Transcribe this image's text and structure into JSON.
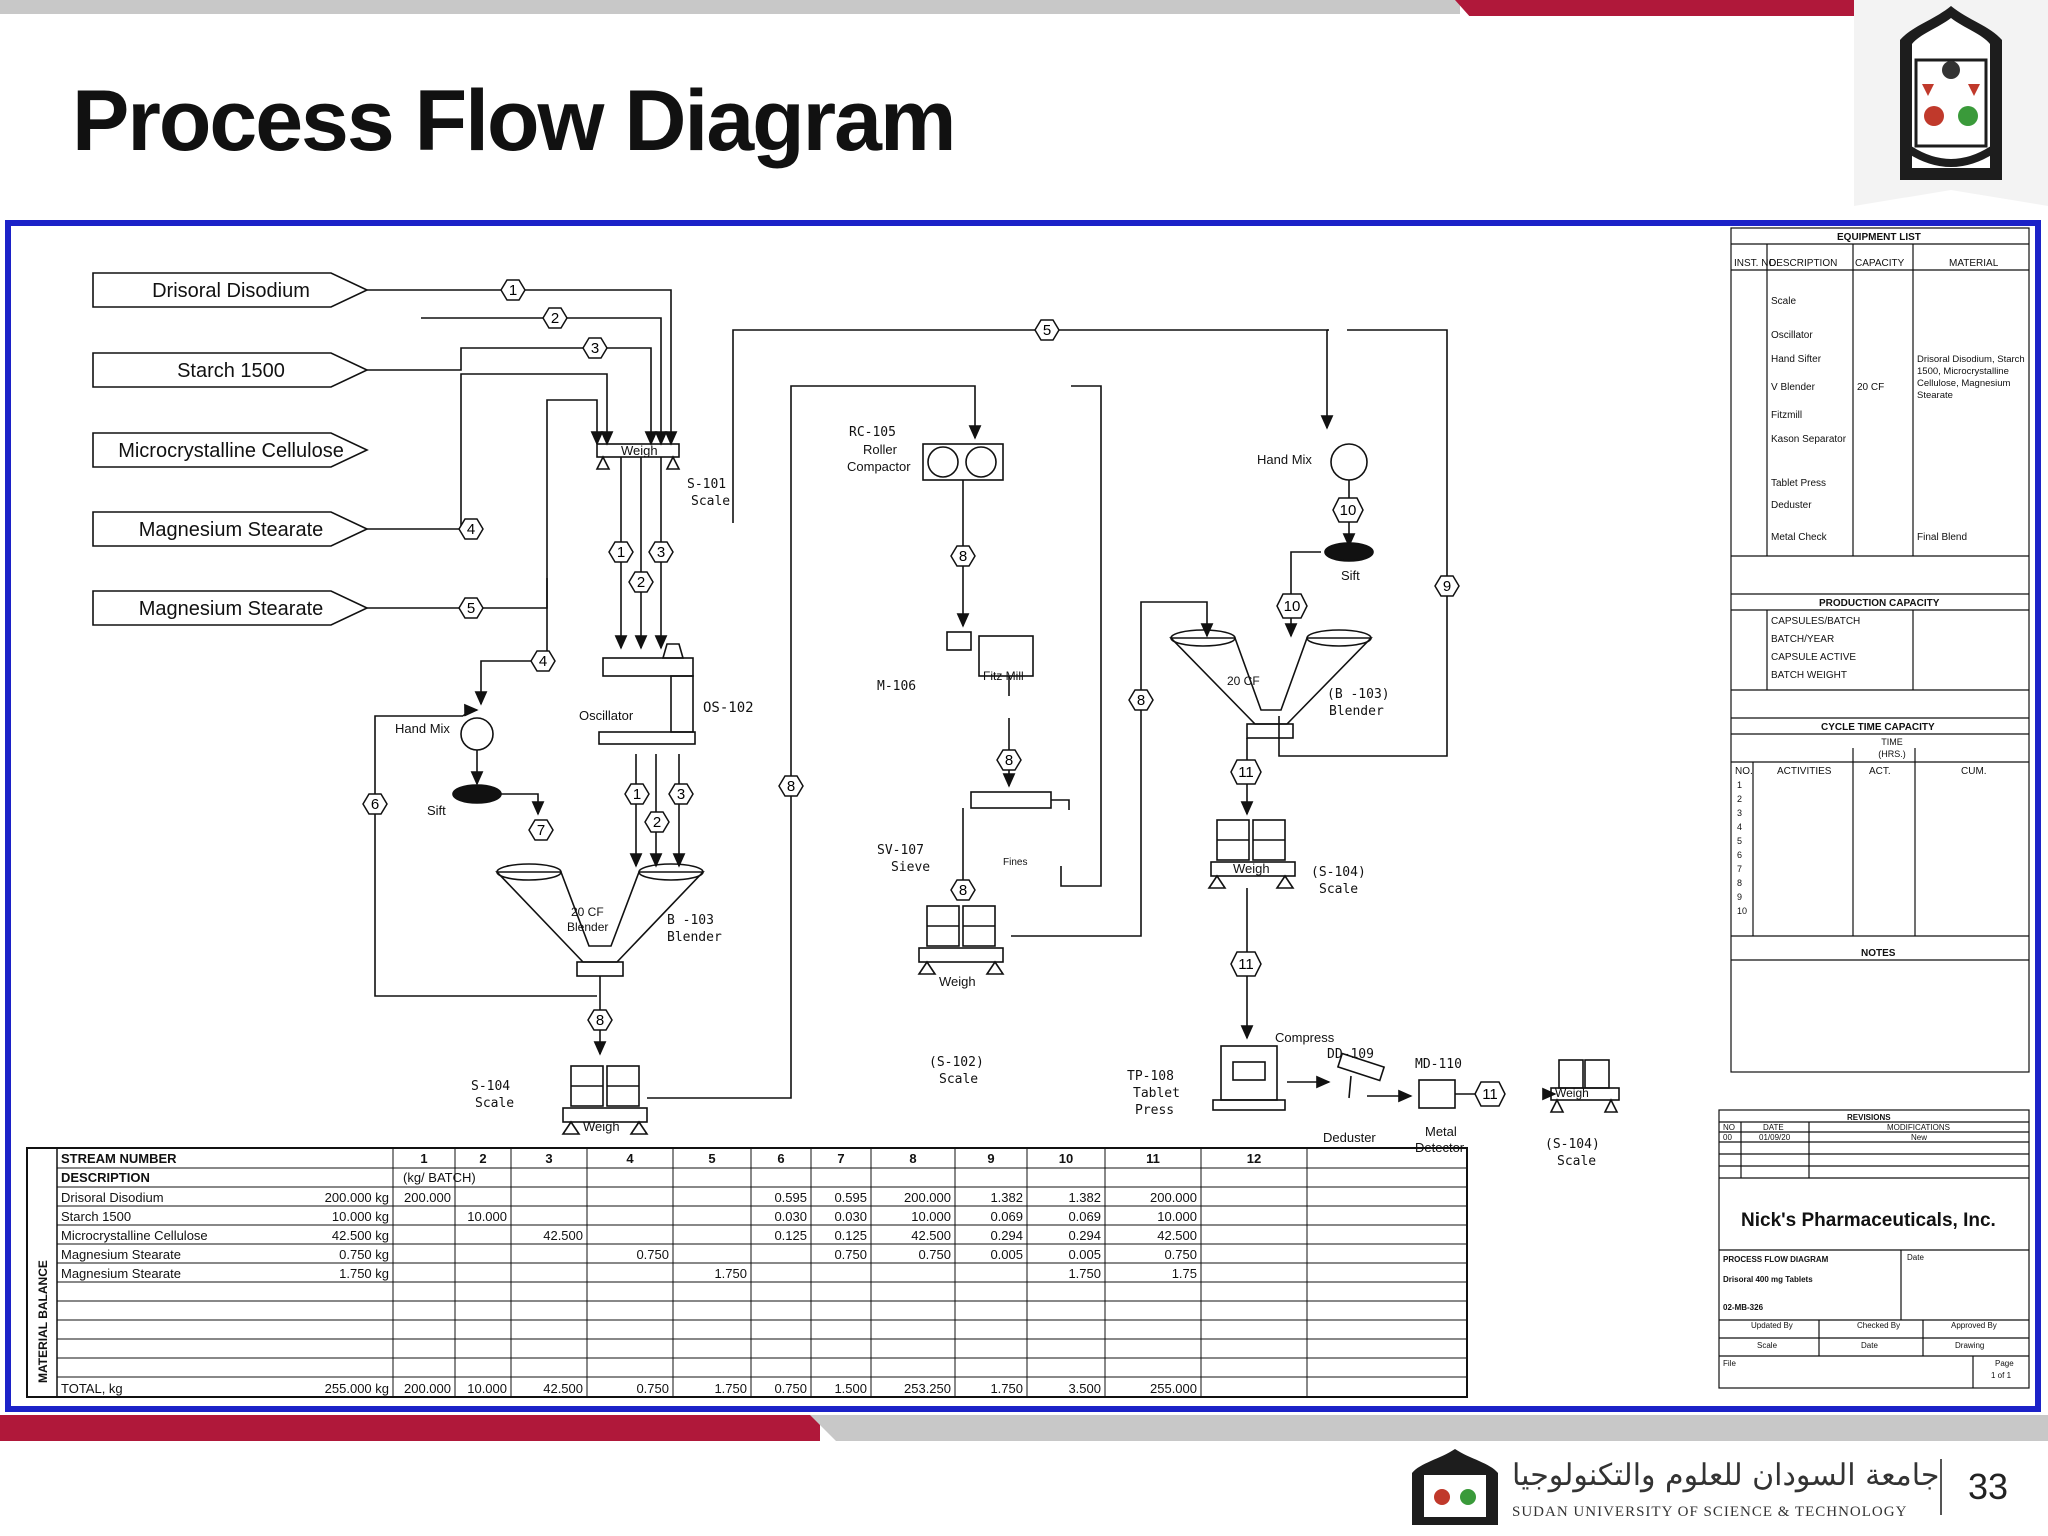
{
  "slide": {
    "title": "Process Flow Diagram",
    "page_number": "33",
    "university_name_en": "SUDAN UNIVERSITY OF SCIENCE & TECHNOLOGY",
    "university_name_ar": "جامعة السودان للعلوم والتكنولوجيا",
    "colors": {
      "frame": "#1c22c8",
      "accent": "#b0183a",
      "gray": "#c8c8c8"
    }
  },
  "inputs": [
    "Drisoral Disodium",
    "Starch 1500",
    "Microcrystalline Cellulose",
    "Magnesium Stearate",
    "Magnesium Stearate"
  ],
  "streams": [
    "1",
    "2",
    "3",
    "4",
    "5",
    "6",
    "7",
    "8",
    "9",
    "10",
    "11"
  ],
  "equipment": {
    "s101_weigh": "Weigh",
    "s101_id": "S-101",
    "s101_name": "Scale",
    "os102_name": "Oscillator",
    "os102_id": "OS-102",
    "handmix": "Hand Mix",
    "sift": "Sift",
    "b103_cap": "20 CF",
    "b103_name": "Blender",
    "b103_id": "B -103",
    "s104_id": "S-104",
    "s104_name": "Scale",
    "weigh": "Weigh",
    "rc105_id": "RC-105",
    "rc105_name1": "Roller",
    "rc105_name2": "Compactor",
    "m106_id": "M-106",
    "m106_name": "Fitz Mill",
    "sv107_id": "SV-107",
    "sv107_name": "Sieve",
    "fines": "Fines",
    "s102_id": "(S-102)",
    "s102_name": "Scale",
    "b103b_id": "(B -103)",
    "b103b_name": "Blender",
    "s104b_id": "(S-104)",
    "s104b_name": "Scale",
    "compress": "Compress",
    "tp108_id": "TP-108",
    "tp108_name1": "Tablet",
    "tp108_name2": "Press",
    "dd109_id": "DD-109",
    "dd109_name": "Deduster",
    "md110_id": "MD-110",
    "md110_name1": "Metal",
    "md110_name2": "Detector"
  },
  "equipment_list": {
    "title": "EQUIPMENT LIST",
    "headers": [
      "INST. NO.",
      "DESCRIPTION",
      "CAPACITY",
      "MATERIAL"
    ],
    "items": [
      "Scale",
      "Oscillator",
      "Hand Sifter",
      "V Blender",
      "Fitzmill",
      "Kason Separator",
      "Tablet Press",
      "Deduster",
      "Metal Check"
    ],
    "capacity": "20 CF",
    "material": "Drisoral Disodium, Starch 1500, Microcrystalline Cellulose, Magnesium Stearate",
    "final": "Final Blend"
  },
  "production_capacity": {
    "title": "PRODUCTION CAPACITY",
    "rows": [
      "CAPSULES/BATCH",
      "BATCH/YEAR",
      "CAPSULE ACTIVE",
      "BATCH WEIGHT"
    ]
  },
  "cycle_time": {
    "title": "CYCLE TIME CAPACITY",
    "time_header": "TIME (HRS.)",
    "headers": [
      "NO.",
      "ACTIVITIES",
      "ACT.",
      "CUM."
    ],
    "numbers": [
      "1",
      "2",
      "3",
      "4",
      "5",
      "6",
      "7",
      "8",
      "9",
      "10"
    ]
  },
  "notes_title": "NOTES",
  "revisions": {
    "title": "REVISIONS",
    "headers": [
      "NO",
      "DATE",
      "MODIFICATIONS"
    ],
    "row": [
      "00",
      "01/09/20",
      "New"
    ]
  },
  "title_block": {
    "company": "Nick's Pharmaceuticals, Inc.",
    "drawing": "PROCESS FLOW DIAGRAM",
    "product": "Drisoral 400 mg Tablets",
    "number": "02-MB-326",
    "date_label": "Date",
    "labels": [
      "Updated By",
      "Checked By",
      "Approved By",
      "Scale",
      "Date",
      "Drawing",
      "File",
      "Page"
    ],
    "page": "1 of 1"
  },
  "material_balance": {
    "side_label": "MATERIAL BALANCE",
    "stream_label": "STREAM NUMBER",
    "description_label": "DESCRIPTION",
    "unit_label": "(kg/ BATCH)",
    "columns": [
      "1",
      "2",
      "3",
      "4",
      "5",
      "6",
      "7",
      "8",
      "9",
      "10",
      "11",
      "12"
    ],
    "rows": [
      {
        "name": "Drisoral Disodium",
        "batch": "200.000 kg",
        "values": [
          "200.000",
          "",
          "",
          "",
          "",
          "0.595",
          "0.595",
          "200.000",
          "1.382",
          "1.382",
          "200.000",
          ""
        ]
      },
      {
        "name": "Starch 1500",
        "batch": "10.000 kg",
        "values": [
          "",
          "10.000",
          "",
          "",
          "",
          "0.030",
          "0.030",
          "10.000",
          "0.069",
          "0.069",
          "10.000",
          ""
        ]
      },
      {
        "name": "Microcrystalline Cellulose",
        "batch": "42.500 kg",
        "values": [
          "",
          "",
          "42.500",
          "",
          "",
          "0.125",
          "0.125",
          "42.500",
          "0.294",
          "0.294",
          "42.500",
          ""
        ]
      },
      {
        "name": "Magnesium Stearate",
        "batch": "0.750 kg",
        "values": [
          "",
          "",
          "",
          "0.750",
          "",
          "",
          "0.750",
          "0.750",
          "0.005",
          "0.005",
          "0.750",
          ""
        ]
      },
      {
        "name": "Magnesium Stearate",
        "batch": "1.750 kg",
        "values": [
          "",
          "",
          "",
          "",
          "1.750",
          "",
          "",
          "",
          "",
          "1.750",
          "1.75",
          ""
        ]
      }
    ],
    "total": {
      "name": "TOTAL, kg",
      "batch": "255.000 kg",
      "values": [
        "200.000",
        "10.000",
        "42.500",
        "0.750",
        "1.750",
        "0.750",
        "1.500",
        "253.250",
        "1.750",
        "3.500",
        "255.000",
        ""
      ]
    }
  }
}
